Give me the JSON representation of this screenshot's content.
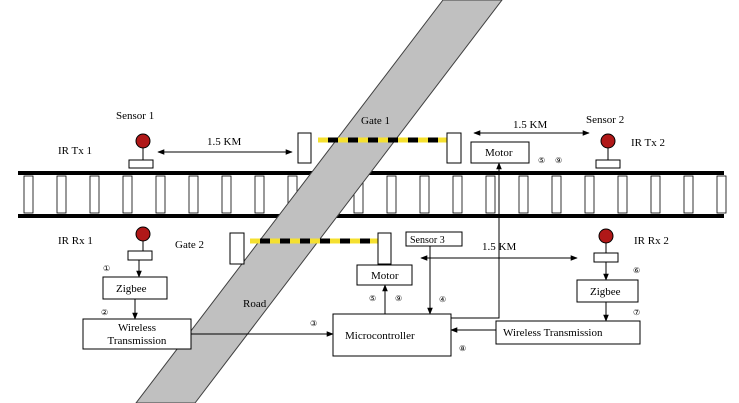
{
  "colors": {
    "road": "#c0c0c0",
    "gate_stripe": "#f5e030",
    "sensor_red": "#b01818",
    "rail": "#000000"
  },
  "labels": {
    "sensor1": "Sensor 1",
    "sensor2": "Sensor 2",
    "sensor3": "Sensor 3",
    "gate1": "Gate 1",
    "gate2": "Gate 2",
    "ir_tx1": "IR Tx 1",
    "ir_tx2": "IR Tx 2",
    "ir_rx1": "IR Rx 1",
    "ir_rx2": "IR Rx 2",
    "dist_left": "1.5 KM",
    "dist_right_top": "1.5 KM",
    "dist_right_mid": "1.5 KM",
    "motor_top": "Motor",
    "motor_mid": "Motor",
    "zigbee_left": "Zigbee",
    "zigbee_right": "Zigbee",
    "wireless_left_1": "Wireless",
    "wireless_left_2": "Transmission",
    "wireless_right": "Wireless Transmission",
    "microcontroller": "Microcontroller",
    "road": "Road"
  },
  "markers": {
    "m1": "①",
    "m2": "②",
    "m3": "③",
    "m4": "④",
    "m5_top": "⑤",
    "m9_top": "⑨",
    "m5_mid": "⑤",
    "m9_mid": "⑨",
    "m6": "⑥",
    "m7": "⑦",
    "m8": "⑧"
  }
}
